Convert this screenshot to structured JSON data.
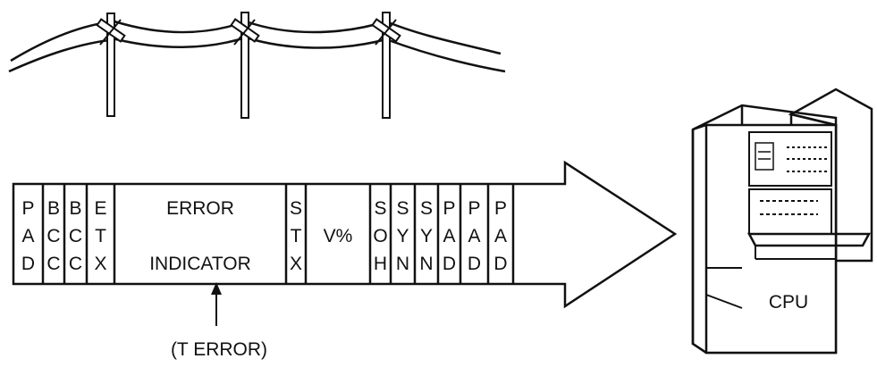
{
  "frame": {
    "cells": [
      {
        "lines": [
          "P",
          "A",
          "D"
        ]
      },
      {
        "lines": [
          "B",
          "C",
          "C"
        ]
      },
      {
        "lines": [
          "B",
          "C",
          "C"
        ]
      },
      {
        "lines": [
          "E",
          "T",
          "X"
        ]
      },
      {
        "lines": [
          "ERROR",
          "",
          "INDICATOR"
        ]
      },
      {
        "lines": [
          "S",
          "T",
          "X"
        ]
      },
      {
        "lines": [
          "",
          "V%",
          ""
        ]
      },
      {
        "lines": [
          "S",
          "O",
          "H"
        ]
      },
      {
        "lines": [
          "S",
          "Y",
          "N"
        ]
      },
      {
        "lines": [
          "S",
          "Y",
          "N"
        ]
      },
      {
        "lines": [
          "P",
          "A",
          "D"
        ]
      },
      {
        "lines": [
          "P",
          "A",
          "D"
        ]
      },
      {
        "lines": [
          "P",
          "A",
          "D"
        ]
      }
    ]
  },
  "annotation": {
    "label": "(T ERROR)"
  },
  "computer": {
    "label": "CPU"
  }
}
